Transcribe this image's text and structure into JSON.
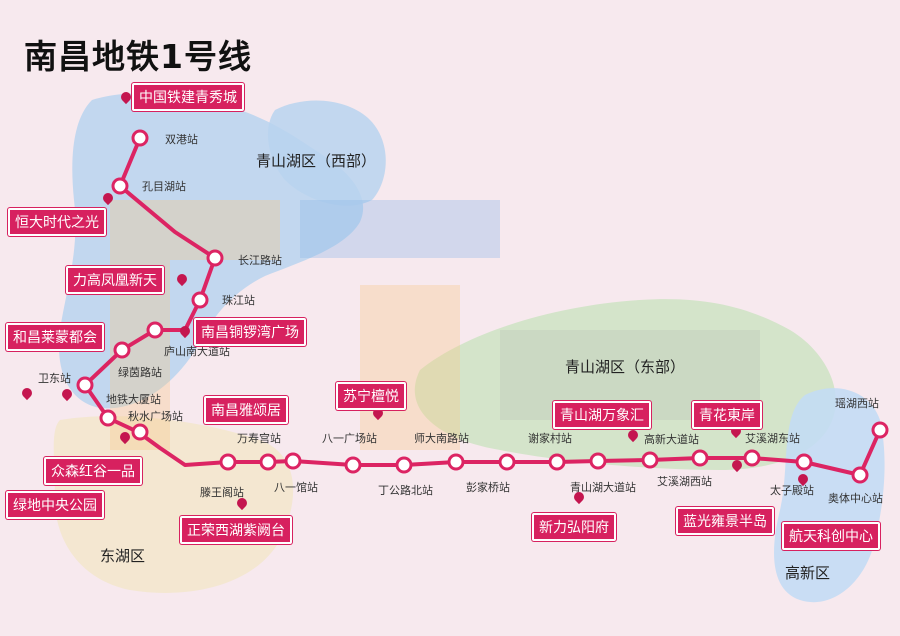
{
  "title": "南昌地铁1号线",
  "colors": {
    "line": "#dc2463",
    "poi_bg": "#d7215f",
    "west_lake_area": "#b9d3ef",
    "east_lake_area": "#d0e4c6",
    "east_district_blue": "#c3dcf4",
    "station_fill": "#ffffff"
  },
  "districts": {
    "west": "青山湖区（西部）",
    "east": "青山湖区（东部）",
    "donghu": "东湖区",
    "gaoxin": "高新区"
  },
  "stations": [
    "双港站",
    "孔目湖站",
    "长江路站",
    "珠江站",
    "庐山南大道站",
    "绿茵路站",
    "卫东站",
    "地铁大厦站",
    "秋水广场站",
    "滕王阁站",
    "万寿宫站",
    "八一馆站",
    "八一广场站",
    "丁公路北站",
    "师大南路站",
    "彭家桥站",
    "谢家村站",
    "青山湖大道站",
    "高新大道站",
    "艾溪湖西站",
    "艾溪湖东站",
    "太子殿站",
    "奥体中心站",
    "瑶湖西站"
  ],
  "pois": [
    "中国铁建青秀城",
    "恒大时代之光",
    "力高凤凰新天",
    "南昌铜锣湾广场",
    "和昌莱蒙都会",
    "南昌雅颂居",
    "众森红谷一品",
    "绿地中央公园",
    "正荣西湖紫阙台",
    "苏宁檀悦",
    "青山湖万象汇",
    "新力弘阳府",
    "青花東岸",
    "蓝光雍景半岛",
    "航天科创中心"
  ]
}
